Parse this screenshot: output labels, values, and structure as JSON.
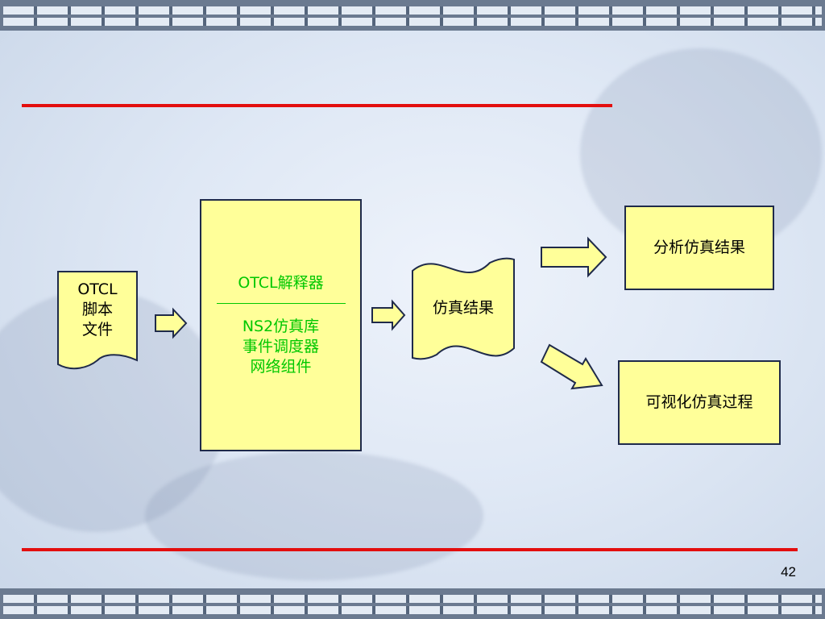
{
  "diagram": {
    "otcl_file": {
      "line1": "OTCL",
      "line2": "脚本",
      "line3": "文件"
    },
    "ns2_box": {
      "interpreter": "OTCL解释器",
      "library": "NS2仿真库",
      "scheduler": "事件调度器",
      "network": "网络组件",
      "text_color": "#00c800"
    },
    "sim_result": {
      "label": "仿真结果"
    },
    "analysis": {
      "label": "分析仿真结果"
    },
    "visualization": {
      "label": "可视化仿真过程"
    },
    "box_fill": "#ffff99",
    "box_border": "#1f2a4a"
  },
  "slide": {
    "page_number": "42",
    "rule_color": "#e30e0e"
  }
}
